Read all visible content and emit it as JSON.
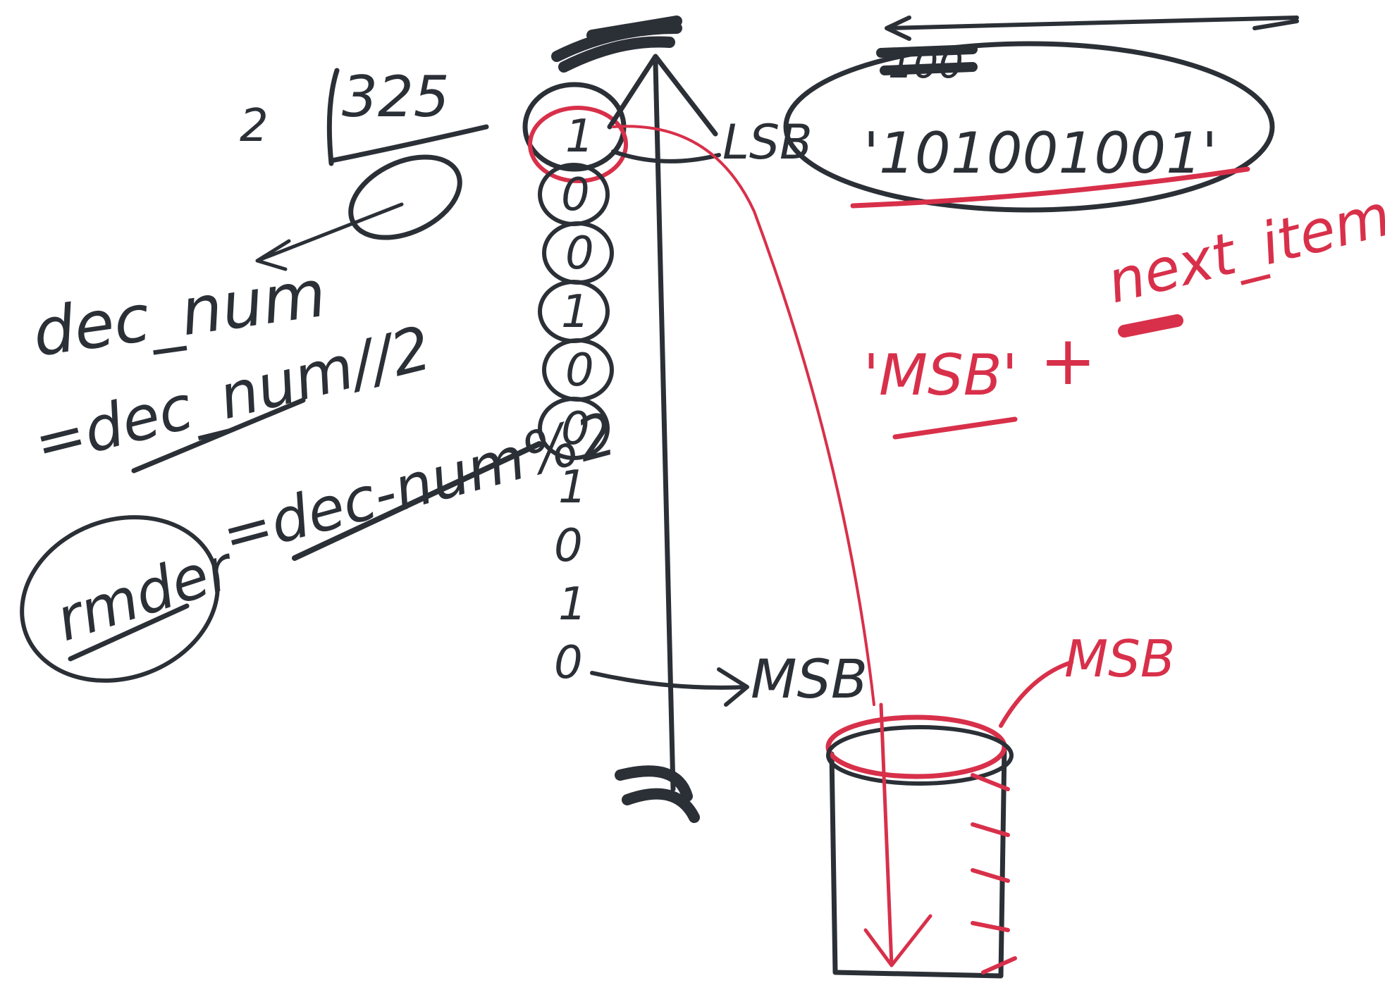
{
  "labels": {
    "divisor": "2",
    "dividend": "325",
    "dec_num": "dec_num",
    "quotient_expr": "=dec_num//2",
    "remainder_var": "rmder",
    "remainder_expr": "=dec-num%2",
    "lsb": "LSB",
    "msb": "MSB",
    "binary_result": "'101001001'",
    "concat_msb": "'MSB'",
    "concat_plus": "+",
    "concat_next": "next_item'",
    "stack_msb": "MSB",
    "struck_value": "100"
  },
  "remainder_column": [
    "1",
    "0",
    "0",
    "1",
    "0",
    "0",
    "1",
    "0",
    "1",
    "0"
  ],
  "colors": {
    "ink_black": "#2b2f36",
    "ink_red": "#d8304a",
    "background": "#ffffff"
  }
}
